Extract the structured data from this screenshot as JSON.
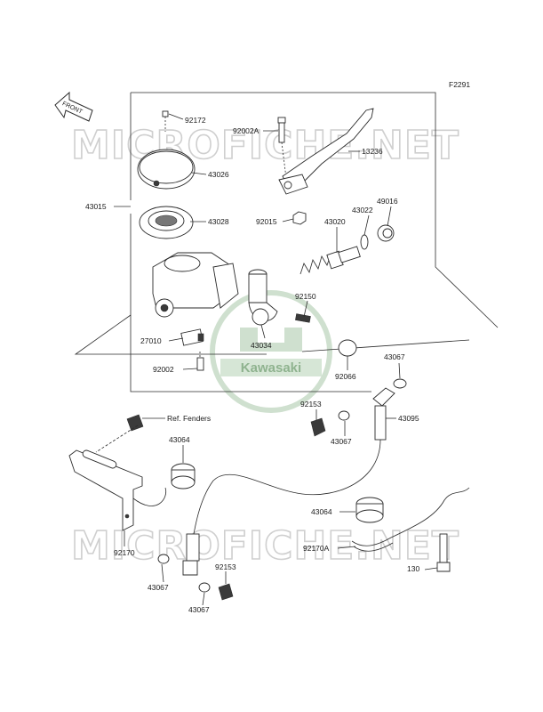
{
  "diagram": {
    "figure_code": "F2291",
    "front_label": "FRONT",
    "watermark": "MICROFICHE.NET",
    "logo_text": "Kawasaki"
  },
  "parts": [
    {
      "id": "p92172",
      "label": "92172"
    },
    {
      "id": "p43026",
      "label": "43026"
    },
    {
      "id": "p43028",
      "label": "43028"
    },
    {
      "id": "p43015",
      "label": "43015"
    },
    {
      "id": "p92002A",
      "label": "92002A"
    },
    {
      "id": "p13236",
      "label": "13236"
    },
    {
      "id": "p92015",
      "label": "92015"
    },
    {
      "id": "p43020",
      "label": "43020"
    },
    {
      "id": "p43022",
      "label": "43022"
    },
    {
      "id": "p49016",
      "label": "49016"
    },
    {
      "id": "p92150",
      "label": "92150"
    },
    {
      "id": "p27010",
      "label": "27010"
    },
    {
      "id": "p43034",
      "label": "43034"
    },
    {
      "id": "p92002",
      "label": "92002"
    },
    {
      "id": "p92066",
      "label": "92066"
    },
    {
      "id": "p43067a",
      "label": "43067"
    },
    {
      "id": "p92153a",
      "label": "92153"
    },
    {
      "id": "p43095",
      "label": "43095"
    },
    {
      "id": "p43067b",
      "label": "43067"
    },
    {
      "id": "pRef",
      "label": "Ref. Fenders"
    },
    {
      "id": "p43064a",
      "label": "43064"
    },
    {
      "id": "p43064b",
      "label": "43064"
    },
    {
      "id": "p92170",
      "label": "92170"
    },
    {
      "id": "p92170A",
      "label": "92170A"
    },
    {
      "id": "p130",
      "label": "130"
    },
    {
      "id": "p43067c",
      "label": "43067"
    },
    {
      "id": "p92153b",
      "label": "92153"
    },
    {
      "id": "p43067d",
      "label": "43067"
    }
  ]
}
